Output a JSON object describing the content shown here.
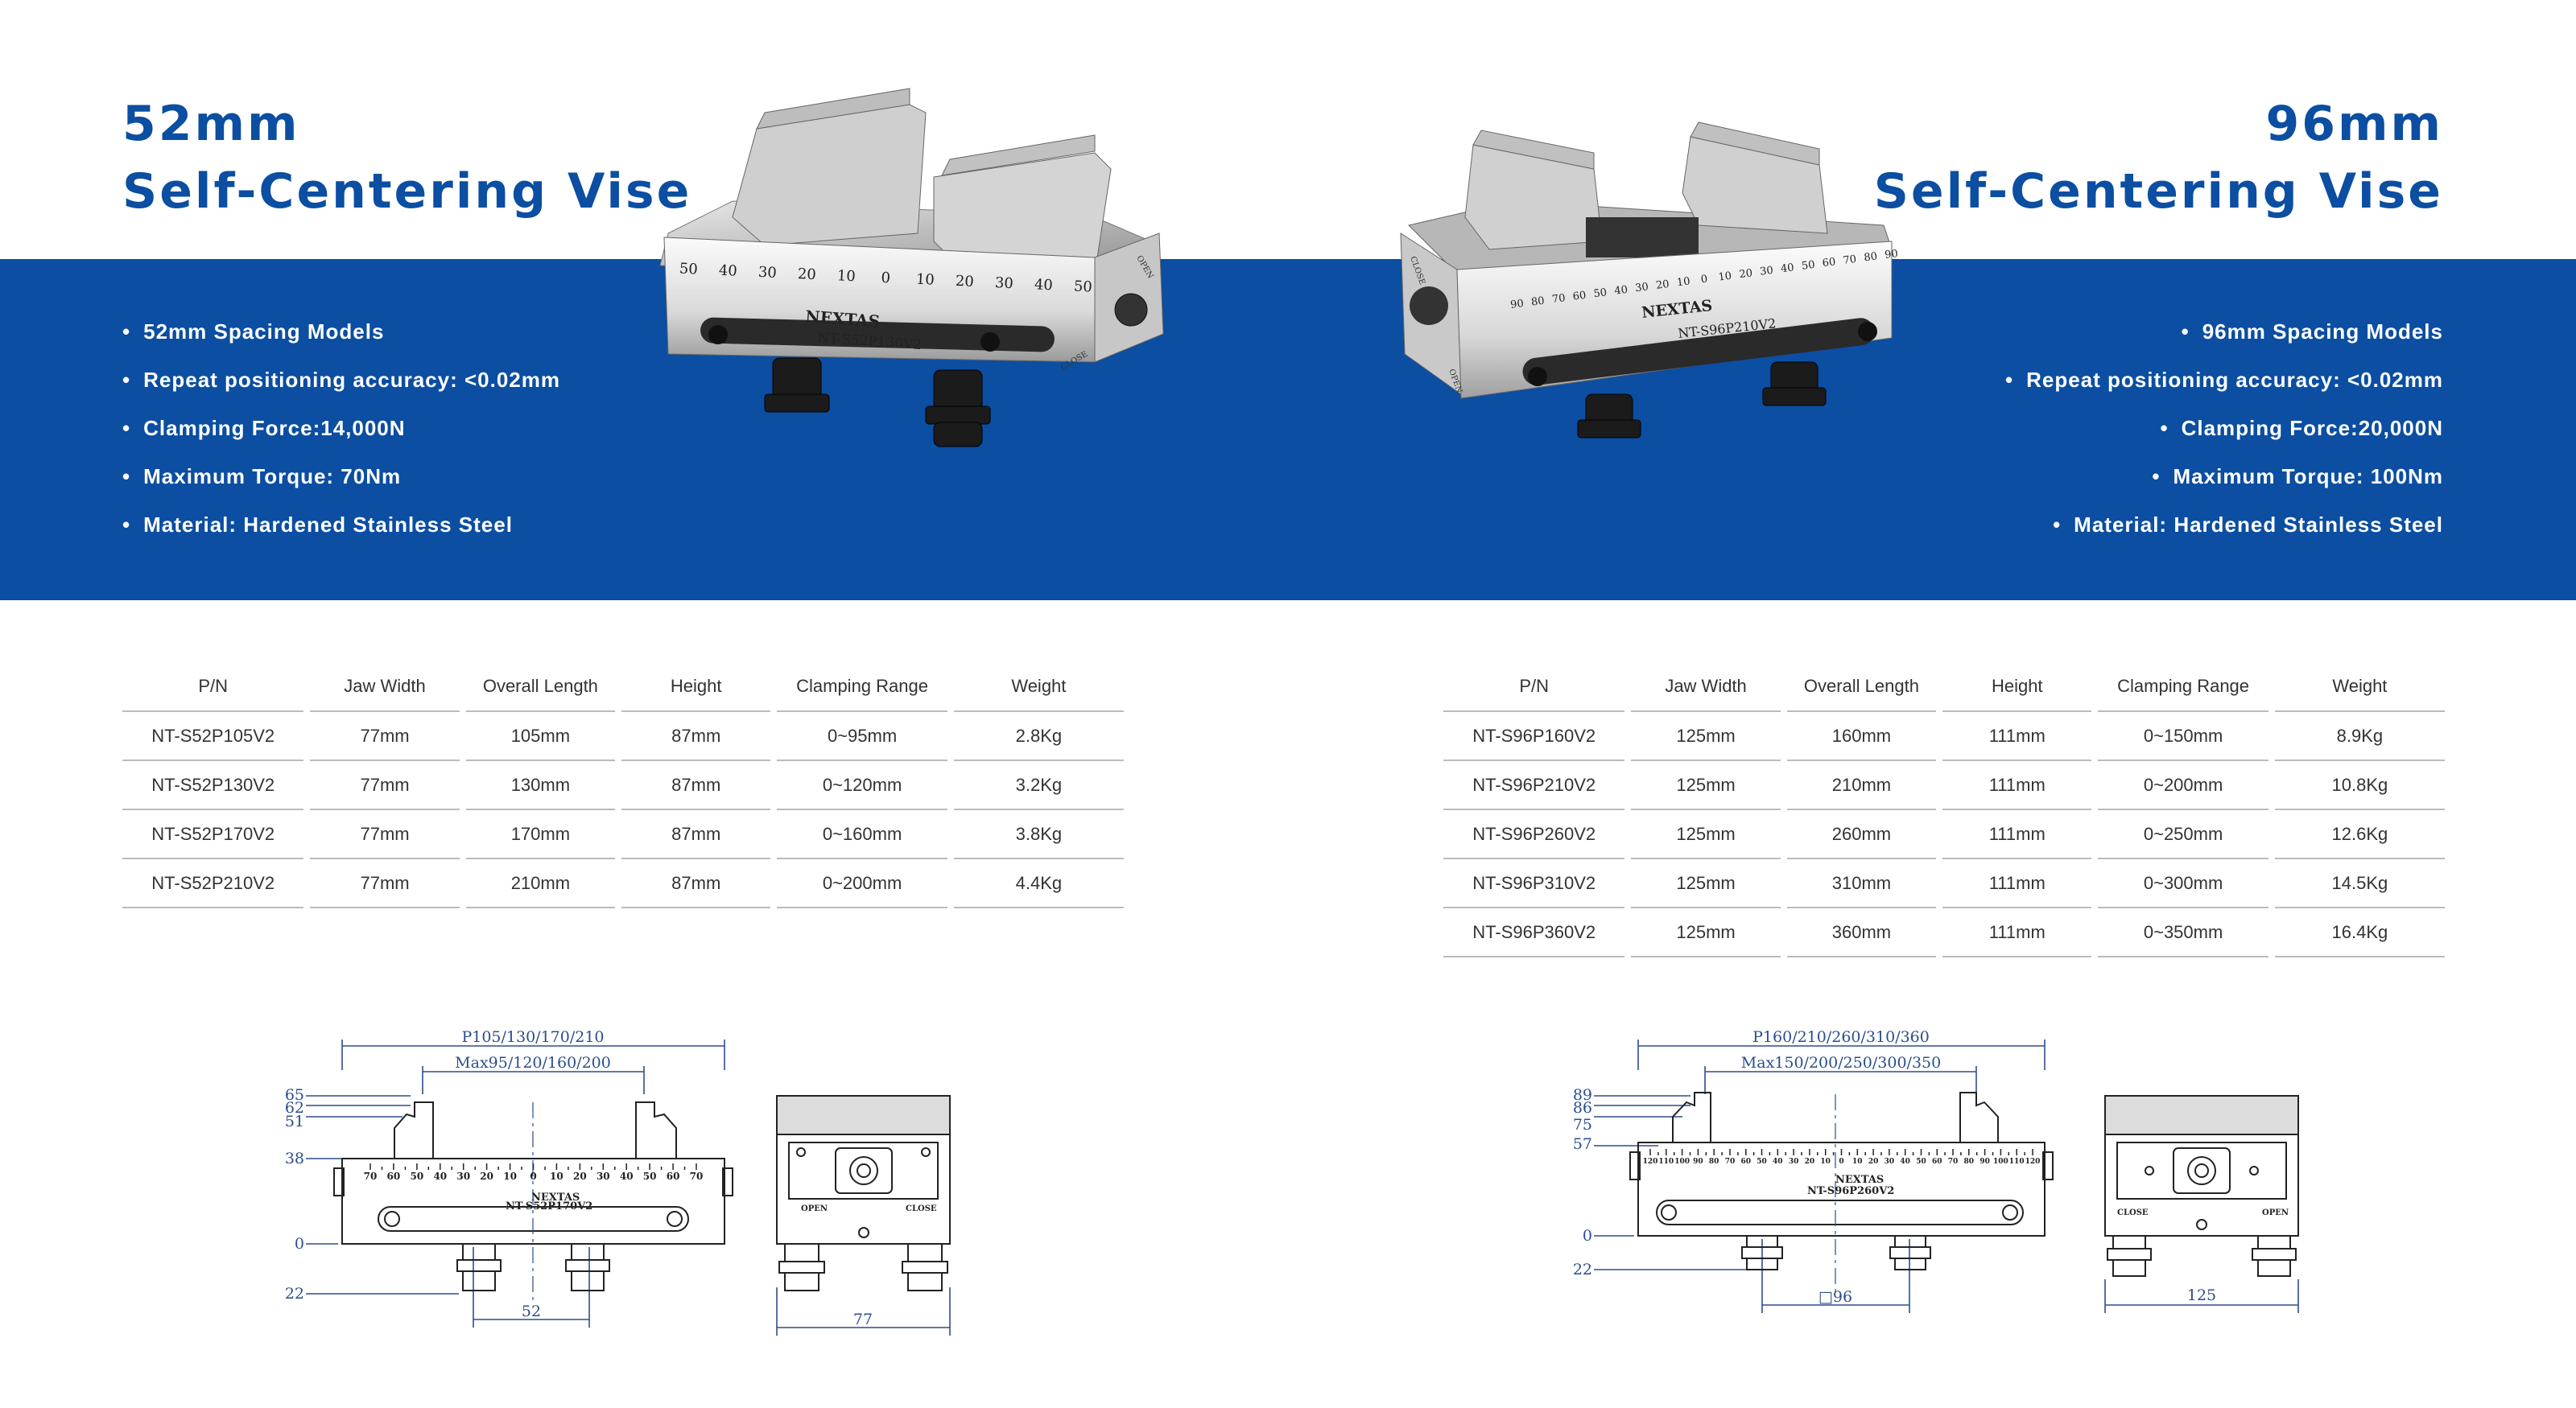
{
  "left": {
    "title_line1": "52mm",
    "title_line2": "Self-Centering Vise",
    "specs": [
      "52mm Spacing Models",
      "Repeat positioning accuracy: <0.02mm",
      "Clamping Force:14,000N",
      "Maximum Torque: 70Nm",
      "Material: Hardened Stainless Steel"
    ],
    "vise": {
      "brand": "NEXTAS",
      "model": "NT-S52P130V2",
      "scale": [
        "50",
        "40",
        "30",
        "20",
        "10",
        "0",
        "10",
        "20",
        "30",
        "40",
        "50"
      ],
      "open": "OPEN",
      "close": "CLOSE"
    },
    "table": {
      "headers": [
        "P/N",
        "Jaw Width",
        "Overall Length",
        "Height",
        "Clamping Range",
        "Weight"
      ],
      "rows": [
        [
          "NT-S52P105V2",
          "77mm",
          "105mm",
          "87mm",
          "0~95mm",
          "2.8Kg"
        ],
        [
          "NT-S52P130V2",
          "77mm",
          "130mm",
          "87mm",
          "0~120mm",
          "3.2Kg"
        ],
        [
          "NT-S52P170V2",
          "77mm",
          "170mm",
          "87mm",
          "0~160mm",
          "3.8Kg"
        ],
        [
          "NT-S52P210V2",
          "77mm",
          "210mm",
          "87mm",
          "0~200mm",
          "4.4Kg"
        ]
      ]
    },
    "drawing": {
      "overall": "P105/130/170/210",
      "max": "Max95/120/160/200",
      "heights": [
        "65",
        "62",
        "51",
        "38",
        "0",
        "22"
      ],
      "scale": [
        "70",
        "60",
        "50",
        "40",
        "30",
        "20",
        "10",
        "0",
        "10",
        "20",
        "30",
        "40",
        "50",
        "60",
        "70"
      ],
      "brand": "NEXTAS",
      "model": "NT-S52P170V2",
      "spacing": "52",
      "width": "77",
      "open": "OPEN",
      "close": "CLOSE"
    }
  },
  "right": {
    "title_line1": "96mm",
    "title_line2": "Self-Centering Vise",
    "specs": [
      "96mm Spacing Models",
      "Repeat positioning accuracy: <0.02mm",
      "Clamping Force:20,000N",
      "Maximum Torque: 100Nm",
      "Material: Hardened Stainless Steel"
    ],
    "vise": {
      "brand": "NEXTAS",
      "model": "NT-S96P210V2",
      "scale": [
        "90",
        "80",
        "70",
        "60",
        "50",
        "40",
        "30",
        "20",
        "10",
        "0",
        "10",
        "20",
        "30",
        "40",
        "50",
        "60",
        "70",
        "80",
        "90"
      ],
      "open": "OPEN",
      "close": "CLOSE"
    },
    "table": {
      "headers": [
        "P/N",
        "Jaw Width",
        "Overall Length",
        "Height",
        "Clamping Range",
        "Weight"
      ],
      "rows": [
        [
          "NT-S96P160V2",
          "125mm",
          "160mm",
          "111mm",
          "0~150mm",
          "8.9Kg"
        ],
        [
          "NT-S96P210V2",
          "125mm",
          "210mm",
          "111mm",
          "0~200mm",
          "10.8Kg"
        ],
        [
          "NT-S96P260V2",
          "125mm",
          "260mm",
          "111mm",
          "0~250mm",
          "12.6Kg"
        ],
        [
          "NT-S96P310V2",
          "125mm",
          "310mm",
          "111mm",
          "0~300mm",
          "14.5Kg"
        ],
        [
          "NT-S96P360V2",
          "125mm",
          "360mm",
          "111mm",
          "0~350mm",
          "16.4Kg"
        ]
      ]
    },
    "drawing": {
      "overall": "P160/210/260/310/360",
      "max": "Max150/200/250/300/350",
      "heights": [
        "89",
        "86",
        "75",
        "57",
        "0",
        "22"
      ],
      "scale": [
        "120",
        "110",
        "100",
        "90",
        "80",
        "70",
        "60",
        "50",
        "40",
        "30",
        "20",
        "10",
        "0",
        "10",
        "20",
        "30",
        "40",
        "50",
        "60",
        "70",
        "80",
        "90",
        "100",
        "110",
        "120"
      ],
      "brand": "NEXTAS",
      "model": "NT-S96P260V2",
      "spacing": "□96",
      "width": "125",
      "open": "OPEN",
      "close": "CLOSE"
    }
  },
  "colors": {
    "brand_blue": "#0b4ea2",
    "dimension_line": "#2b4e8c"
  }
}
